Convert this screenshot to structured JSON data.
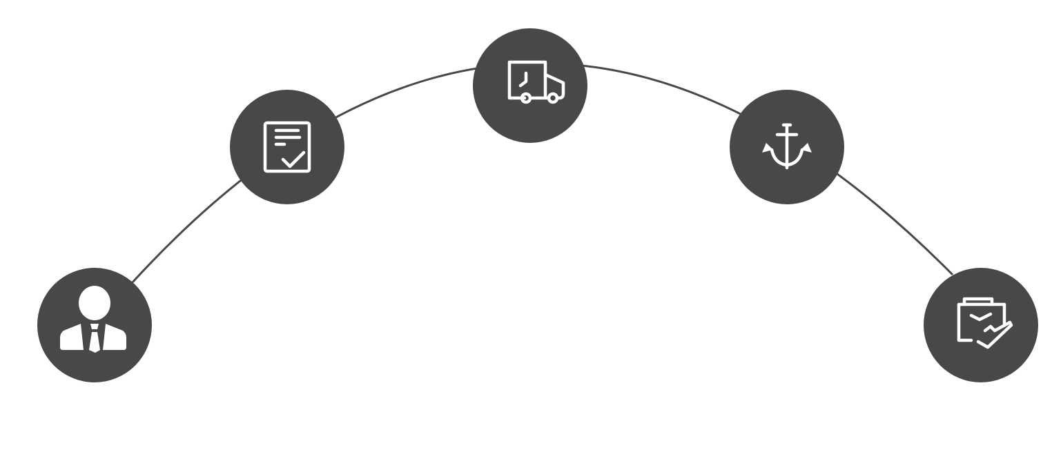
{
  "colors": {
    "node_fill": "#484848",
    "arc_stroke": "#484848",
    "icon": "#ffffff",
    "background": "#ffffff"
  },
  "nodes": [
    {
      "id": "buyer",
      "icon": "businessman-icon"
    },
    {
      "id": "contract",
      "icon": "checklist-document-icon"
    },
    {
      "id": "delivery",
      "icon": "delivery-truck-icon"
    },
    {
      "id": "port",
      "icon": "anchor-icon"
    },
    {
      "id": "customs",
      "icon": "travel-briefcase-icon"
    }
  ]
}
